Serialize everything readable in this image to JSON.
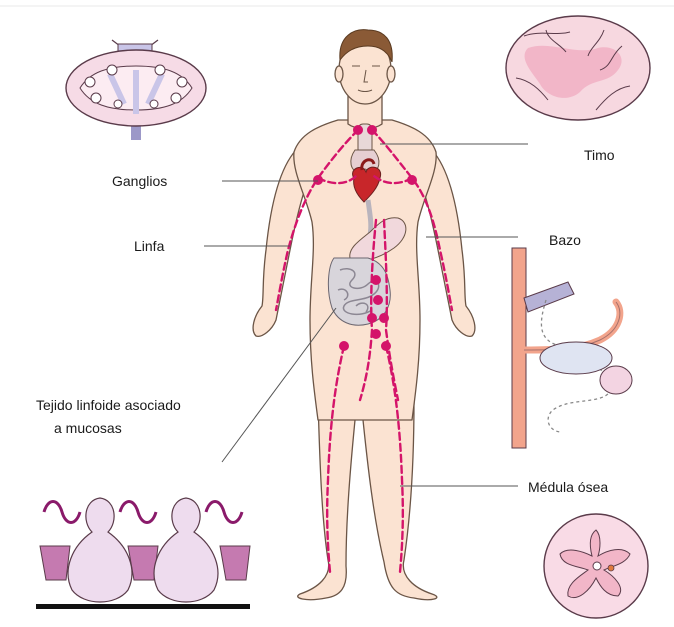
{
  "labels": {
    "ganglios": "Ganglios",
    "linfa": "Linfa",
    "timo": "Timo",
    "bazo": "Bazo",
    "tejido_line1": "Tejido linfoide asociado",
    "tejido_line2": "a mucosas",
    "medula": "Médula ósea"
  },
  "colors": {
    "skin": "#fbe3d2",
    "skin_outline": "#6b5546",
    "lymph": "#d4146a",
    "hair": "#8a5a36",
    "heart": "#c8262a",
    "gut": "#c9c5cc",
    "organ_fill": "#f6dbe6",
    "organ_outline": "#5a3b4a"
  }
}
